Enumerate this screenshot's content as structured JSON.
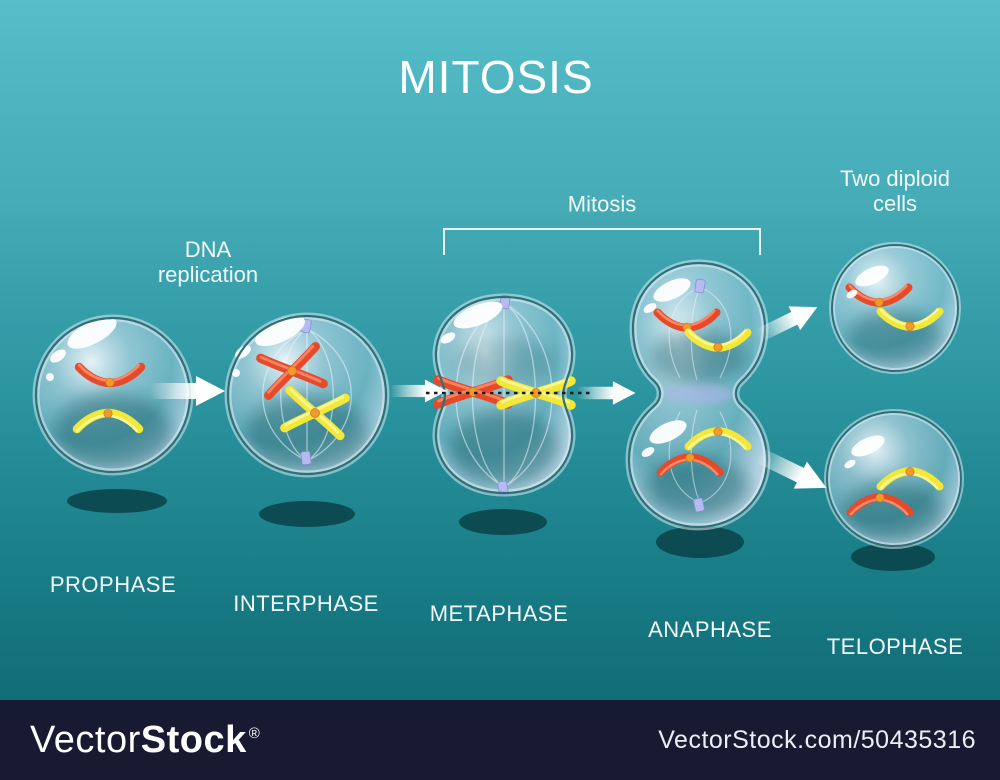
{
  "title": "MITOSIS",
  "annotations": {
    "dna_replication": {
      "line1": "DNA",
      "line2": "replication"
    },
    "mitosis_bracket": "Mitosis",
    "result_cells": {
      "line1": "Two diploid",
      "line2": "cells"
    }
  },
  "stages": [
    "PROPHASE",
    "INTERPHASE",
    "METAPHASE",
    "ANAPHASE",
    "TELOPHASE"
  ],
  "watermark": {
    "brand_regular": "Vector",
    "brand_bold": "Stock",
    "registered_mark": "®",
    "site_reference": "VectorStock.com/50435316"
  },
  "palette": {
    "bg_top": "#55bec9",
    "bg_bottom": "#0d636d",
    "bar_bg": "#171a31",
    "label_text": "#f2f9fa",
    "chromosome_red": "#e64a2a",
    "chromosome_yellow": "#f1e838",
    "centromere_orange": "#f09a2c",
    "cell_fill": "#d9e6f6",
    "cell_outline": "#2e7077",
    "cell_shadow": "#0b454b",
    "arrow_white": "#ffffff"
  }
}
